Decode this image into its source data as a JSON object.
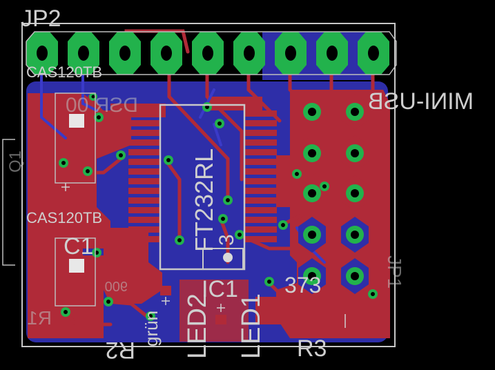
{
  "board": {
    "header_label": "JP2",
    "connector_label": "MINI-USB",
    "ic_label": "FT232RL",
    "ic_refdes": "IC1",
    "cap_top_label": "CAS120TB",
    "cap_bottom_label": "CAS120TB",
    "cap_refdes": "C1",
    "led_left_label": "LED2",
    "led_right_label": "LED1",
    "color_label": "grün",
    "resistor_left_label": "R2",
    "resistor_right_label": "R3",
    "resistor_value_label": "373",
    "pin_label_1": "3",
    "mirrored_code_top": "DSR 00",
    "mirrored_side_label": "JP1",
    "mirrored_left_label": "Q1",
    "mirrored_bottom_label": "R1",
    "mirrored_small_label": "900"
  },
  "colors": {
    "background": "#000000",
    "top_copper": "#b02a38",
    "bottom_copper": "#2e2ea8",
    "pad": "#22b24c",
    "silkscreen": "#cfcfcf",
    "outline": "#c8c8c8"
  }
}
